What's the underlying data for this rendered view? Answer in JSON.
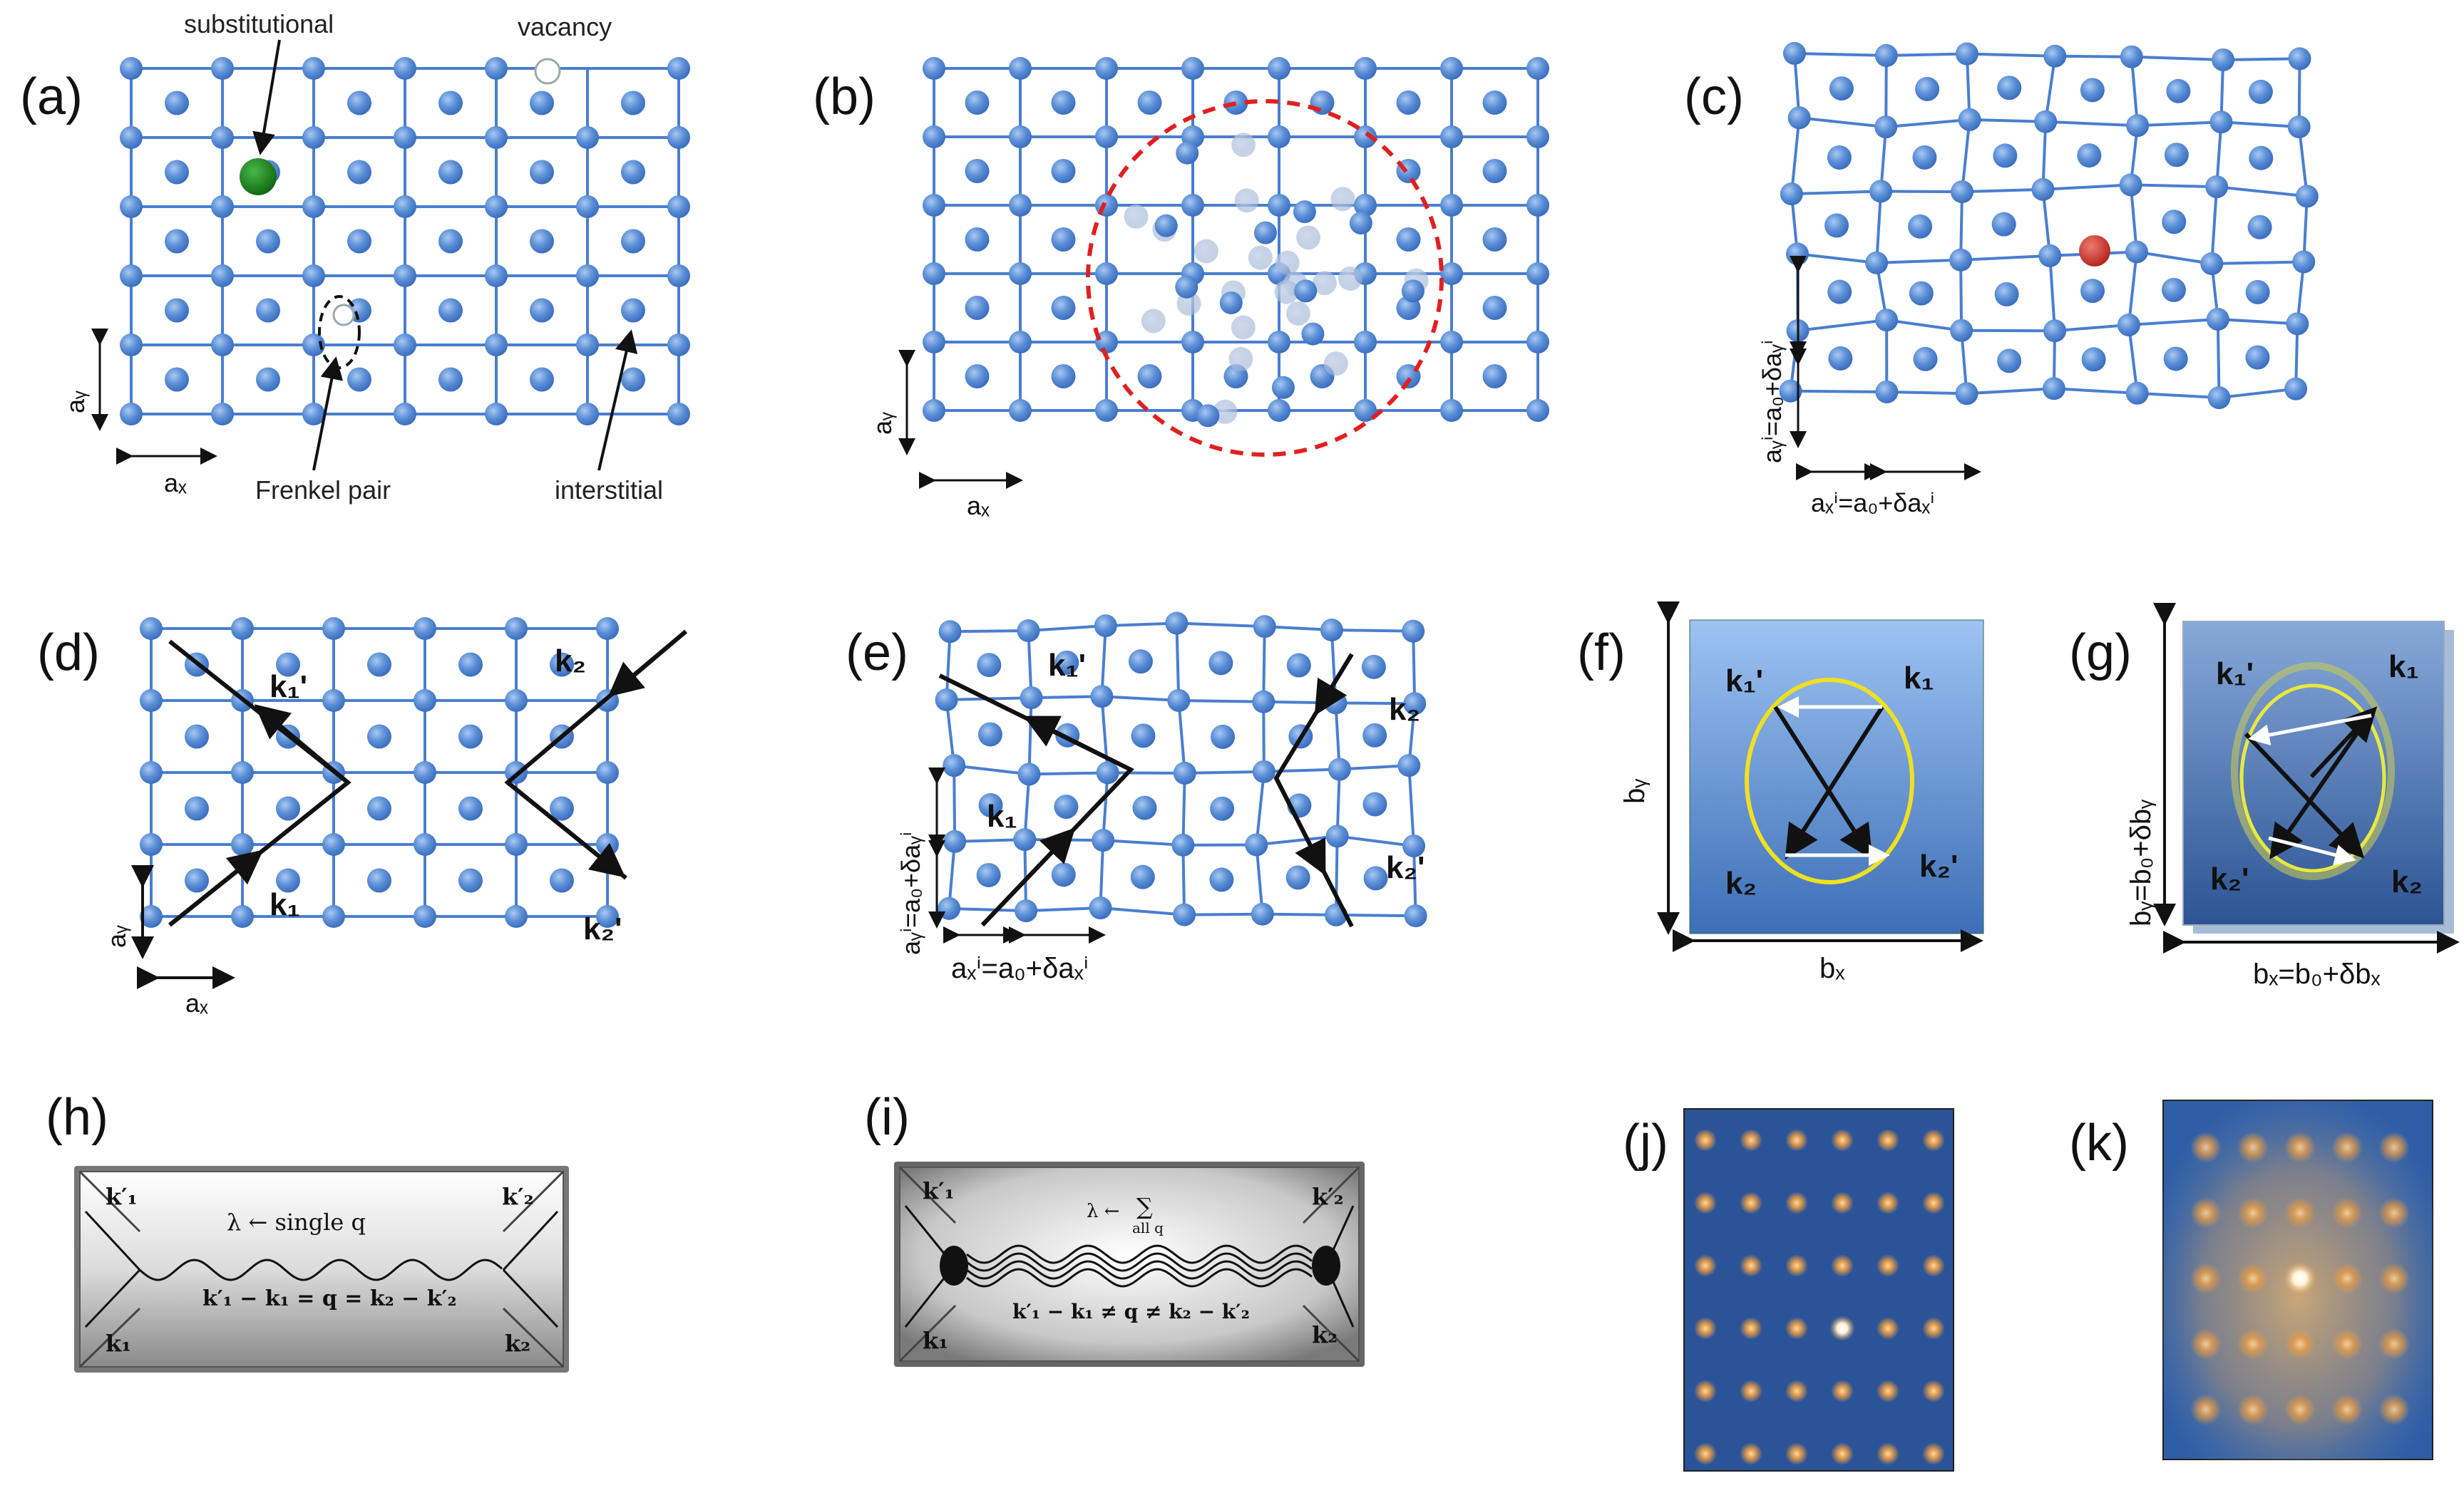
{
  "panels": {
    "a": {
      "label": "(a)",
      "substitutional": "substitutional",
      "vacancy": "vacancy",
      "frenkel": "Frenkel pair",
      "interstitial": "interstitial",
      "ax": "aₓ",
      "ay": "aᵧ"
    },
    "b": {
      "label": "(b)",
      "ax": "aₓ",
      "ay": "aᵧ"
    },
    "c": {
      "label": "(c)",
      "ax": "aₓⁱ=a₀+δaₓⁱ",
      "ay": "aᵧⁱ=a₀+δaᵧⁱ"
    },
    "d": {
      "label": "(d)",
      "k1p": "k₁ʹ",
      "k2": "k₂",
      "k1": "k₁",
      "k2p": "k₂ʹ",
      "ax": "aₓ",
      "ay": "aᵧ"
    },
    "e": {
      "label": "(e)",
      "k1p": "k₁ʹ",
      "k2": "k₂",
      "k1": "k₁",
      "k2p": "k₂ʹ",
      "ax": "aₓⁱ=a₀+δaₓⁱ",
      "ay": "aᵧⁱ=a₀+δaᵧⁱ"
    },
    "f": {
      "label": "(f)",
      "k1p": "k₁ʹ",
      "k1": "k₁",
      "k2": "k₂",
      "k2p": "k₂ʹ",
      "bx": "bₓ",
      "by": "bᵧ"
    },
    "g": {
      "label": "(g)",
      "k1p": "k₁ʹ",
      "k1": "k₁",
      "k2p": "k₂ʹ",
      "k2": "k₂",
      "bx": "bₓ=b₀+δbₓ",
      "by": "bᵧ=b₀+δbᵧ"
    },
    "h": {
      "label": "(h)",
      "k1p": "k′₁",
      "k2p": "k′₂",
      "k1": "k₁",
      "k2": "k₂",
      "top": "λ ← single q",
      "bottom": "k′₁ − k₁ = q = k₂ − k′₂"
    },
    "i": {
      "label": "(i)",
      "k1p": "k′₁",
      "k2p": "k′₂",
      "k1": "k₁",
      "k2": "k₂",
      "top": "λ ←",
      "sum": "∑",
      "sum_sub": "all q",
      "bottom": "k′₁ − k₁ ≠ q ≠ k₂ − k′₂"
    },
    "j": {
      "label": "(j)"
    },
    "k": {
      "label": "(k)"
    }
  },
  "colors": {
    "atom": "#5b8fd6",
    "bond": "#4a7ecf",
    "substitutional": "#1e8a1e",
    "interstitial_red": "#d23c32",
    "circle": "#e02020",
    "ellipse": "#f0e020"
  }
}
